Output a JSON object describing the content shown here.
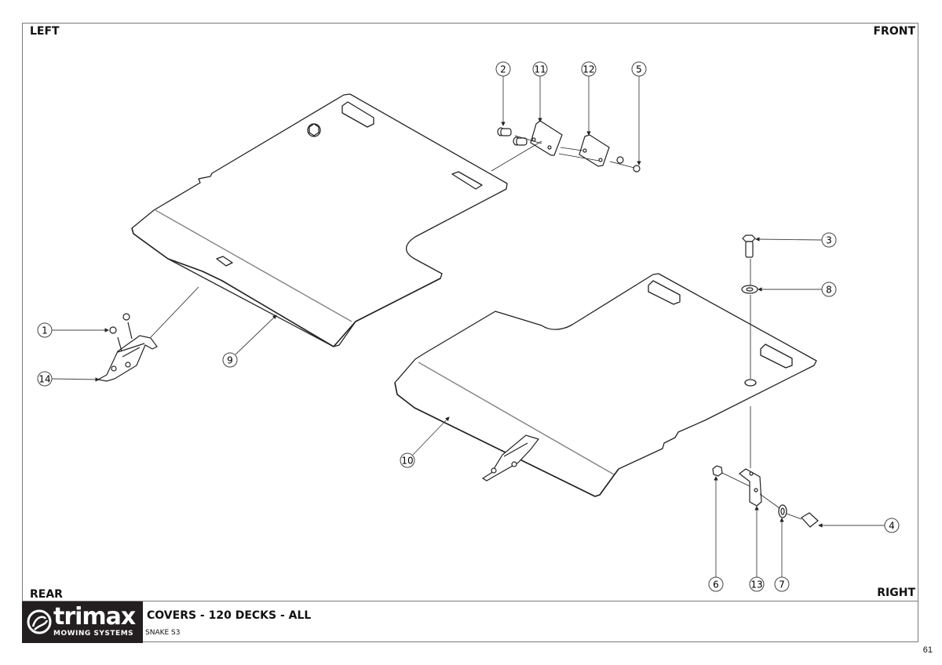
{
  "orientation": {
    "top_left": "LEFT",
    "top_right": "FRONT",
    "bottom_left": "REAR",
    "bottom_right": "RIGHT"
  },
  "title_block": {
    "brand": "trimax",
    "brand_sub": "MOWING SYSTEMS",
    "title": "COVERS - 120 DECKS - ALL",
    "model": "SNAKE S3"
  },
  "page_number": "61",
  "balloons": [
    {
      "id": "b1",
      "label": "1"
    },
    {
      "id": "b2",
      "label": "2"
    },
    {
      "id": "b3",
      "label": "3"
    },
    {
      "id": "b4",
      "label": "4"
    },
    {
      "id": "b5",
      "label": "5"
    },
    {
      "id": "b6",
      "label": "6"
    },
    {
      "id": "b7",
      "label": "7"
    },
    {
      "id": "b8",
      "label": "8"
    },
    {
      "id": "b9",
      "label": "9"
    },
    {
      "id": "b10",
      "label": "10"
    },
    {
      "id": "b11",
      "label": "11"
    },
    {
      "id": "b12",
      "label": "12"
    },
    {
      "id": "b13",
      "label": "13"
    },
    {
      "id": "b14",
      "label": "14"
    }
  ]
}
